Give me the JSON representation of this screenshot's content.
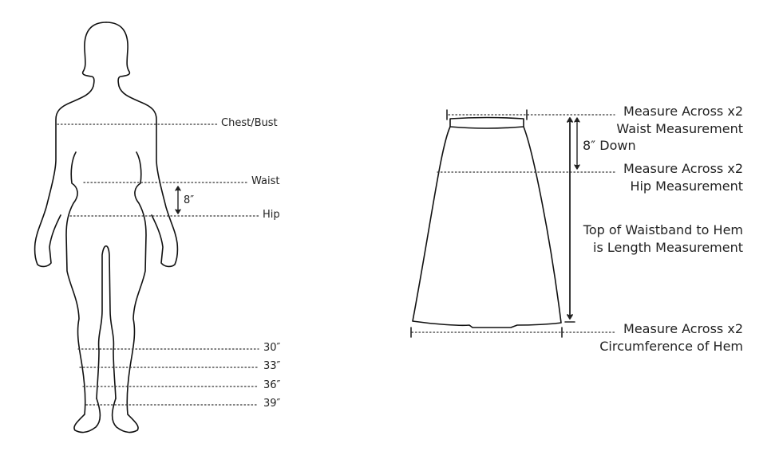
{
  "body_chart": {
    "labels": {
      "chest": "Chest/Bust",
      "waist": "Waist",
      "hip": "Hip",
      "waist_hip_gap": "8″",
      "len30": "30″",
      "len33": "33″",
      "len36": "36″",
      "len39": "39″"
    }
  },
  "skirt_chart": {
    "waist": {
      "line1": "Measure Across x2",
      "line2": "Waist Measurement"
    },
    "down": "8″ Down",
    "hip": {
      "line1": "Measure Across x2",
      "line2": "Hip Measurement"
    },
    "length": {
      "line1": "Top of Waistband to Hem",
      "line2": "is Length Measurement"
    },
    "hem": {
      "line1": "Measure Across x2",
      "line2": "Circumference of Hem"
    }
  }
}
